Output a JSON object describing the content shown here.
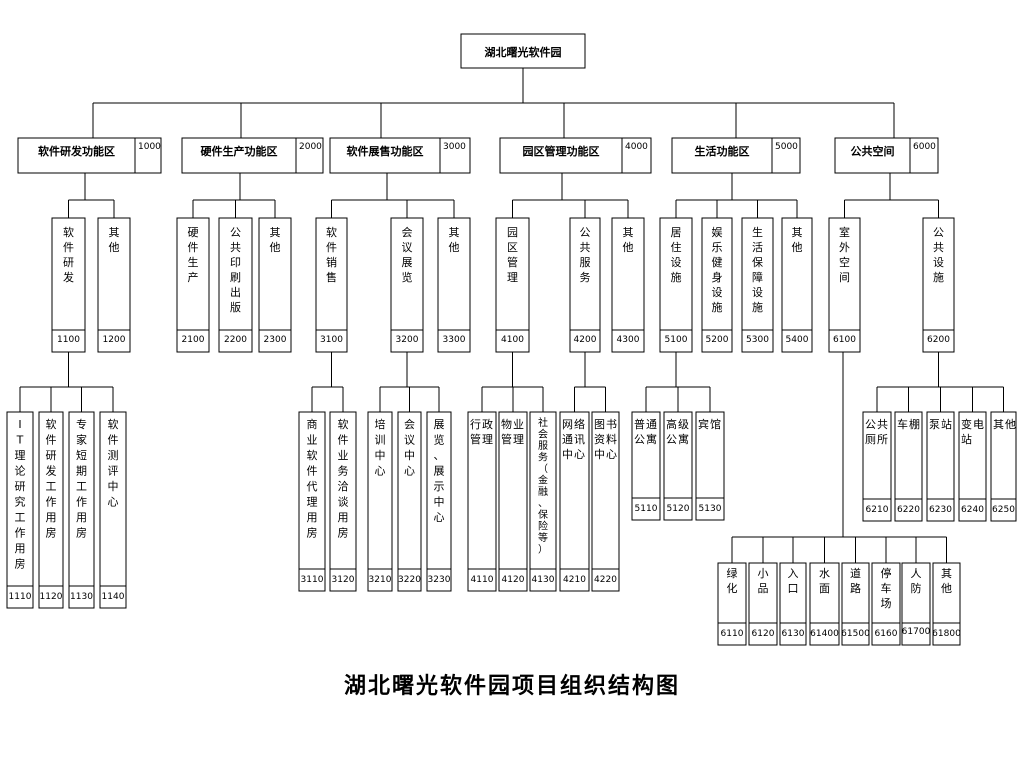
{
  "root": {
    "label": "湖北曙光软件园"
  },
  "caption": "湖北曙光软件园项目组织结构图",
  "zones": [
    {
      "label": "软件研发功能区",
      "code": "1000"
    },
    {
      "label": "硬件生产功能区",
      "code": "2000"
    },
    {
      "label": "软件展售功能区",
      "code": "3000"
    },
    {
      "label": "园区管理功能区",
      "code": "4000"
    },
    {
      "label": "生活功能区",
      "code": "5000"
    },
    {
      "label": "公共空间",
      "code": "6000"
    }
  ],
  "level2": [
    {
      "label": "软件研发",
      "code": "1100"
    },
    {
      "label": "其他",
      "code": "1200"
    },
    {
      "label": "硬件生产",
      "code": "2100"
    },
    {
      "label": "公共印刷出版",
      "code": "2200"
    },
    {
      "label": "其他",
      "code": "2300"
    },
    {
      "label": "软件销售",
      "code": "3100"
    },
    {
      "label": "会议展览",
      "code": "3200"
    },
    {
      "label": "其他",
      "code": "3300"
    },
    {
      "label": "园区管理",
      "code": "4100"
    },
    {
      "label": "公共服务",
      "code": "4200"
    },
    {
      "label": "其他",
      "code": "4300"
    },
    {
      "label": "居住设施",
      "code": "5100"
    },
    {
      "label": "娱乐健身设施",
      "code": "5200"
    },
    {
      "label": "生活保障设施",
      "code": "5300"
    },
    {
      "label": "其他",
      "code": "5400"
    },
    {
      "label": "室外空间",
      "code": "6100"
    },
    {
      "label": "公共设施",
      "code": "6200"
    }
  ],
  "level3": [
    {
      "label": "IT理论研究工作用房",
      "code": "1110"
    },
    {
      "label": "软件研发工作用房",
      "code": "1120"
    },
    {
      "label": "专家短期工作用房",
      "code": "1130"
    },
    {
      "label": "软件测评中心",
      "code": "1140"
    },
    {
      "label": "商业软件代理用房",
      "code": "3110"
    },
    {
      "label": "软件业务洽谈用房",
      "code": "3120"
    },
    {
      "label": "培训中心",
      "code": "3210"
    },
    {
      "label": "会议中心",
      "code": "3220"
    },
    {
      "label": "展览、展示中心",
      "code": "3230"
    },
    {
      "label": "行政管理",
      "code": "4110"
    },
    {
      "label": "物业管理",
      "code": "4120"
    },
    {
      "label": "社会服务（金融、保险等）",
      "code": "4130"
    },
    {
      "label": "网络通讯中心",
      "code": "4210"
    },
    {
      "label": "图书资料中心",
      "code": "4220"
    },
    {
      "label": "普通公寓",
      "code": "5110"
    },
    {
      "label": "高级公寓",
      "code": "5120"
    },
    {
      "label": "宾馆",
      "code": "5130"
    },
    {
      "label": "公共厕所",
      "code": "6210"
    },
    {
      "label": "车棚",
      "code": "6220"
    },
    {
      "label": "泵站",
      "code": "6230"
    },
    {
      "label": "变电站",
      "code": "6240"
    },
    {
      "label": "其他",
      "code": "6250"
    },
    {
      "label": "绿化",
      "code": "6110"
    },
    {
      "label": "小品",
      "code": "6120"
    },
    {
      "label": "入口",
      "code": "6130"
    },
    {
      "label": "水面",
      "code": "61400"
    },
    {
      "label": "道路",
      "code": "61500"
    },
    {
      "label": "停车场",
      "code": "6160"
    },
    {
      "label": "人防",
      "code": "61700"
    },
    {
      "label": "其他",
      "code": "61800"
    }
  ]
}
